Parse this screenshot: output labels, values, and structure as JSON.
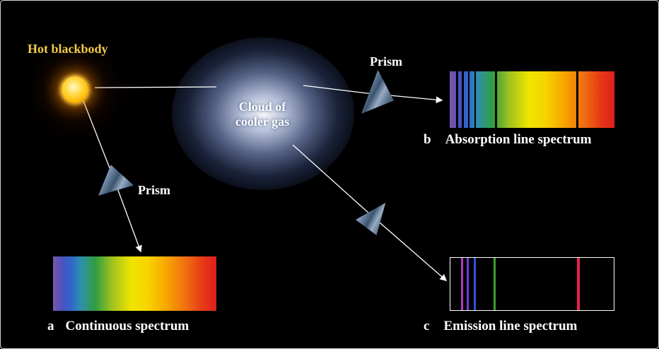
{
  "figure": {
    "hot_blackbody_label": "Hot blackbody",
    "cloud_label_line1": "Cloud of",
    "cloud_label_line2": "cooler gas",
    "prism_label_top": "Prism",
    "prism_label_left": "Prism"
  },
  "colors": {
    "background": "#000000",
    "label_yellow": "#f2cd4a",
    "label_white": "#ffffff",
    "beam": "#ffffff",
    "emission_border": "#ffffff"
  },
  "spectra": {
    "continuous": {
      "letter": "a",
      "caption": "Continuous spectrum",
      "gradient": [
        [
          "#7a57a8",
          0
        ],
        [
          "#4a52c0",
          6
        ],
        [
          "#2f66cc",
          11
        ],
        [
          "#2f8fae",
          17
        ],
        [
          "#2f9e3f",
          26
        ],
        [
          "#9fc21f",
          36
        ],
        [
          "#f0e400",
          48
        ],
        [
          "#f7d400",
          58
        ],
        [
          "#f7a300",
          70
        ],
        [
          "#f07010",
          81
        ],
        [
          "#e63c14",
          91
        ],
        [
          "#dc1f1f",
          100
        ]
      ],
      "lines": []
    },
    "absorption": {
      "letter": "b",
      "caption": "Absorption line spectrum",
      "gradient": [
        [
          "#7a57a8",
          0
        ],
        [
          "#4a52c0",
          6
        ],
        [
          "#2f66cc",
          11
        ],
        [
          "#2f8fae",
          17
        ],
        [
          "#2f9e3f",
          26
        ],
        [
          "#9fc21f",
          36
        ],
        [
          "#f0e400",
          48
        ],
        [
          "#f7d400",
          58
        ],
        [
          "#f7a300",
          70
        ],
        [
          "#f07010",
          81
        ],
        [
          "#e63c14",
          91
        ],
        [
          "#dc1f1f",
          100
        ]
      ],
      "lines": [
        {
          "pos": 4.0,
          "color": "#000000",
          "width": 3
        },
        {
          "pos": 7.5,
          "color": "#000000",
          "width": 3
        },
        {
          "pos": 11.0,
          "color": "#000000",
          "width": 2
        },
        {
          "pos": 15.0,
          "color": "#000000",
          "width": 2
        },
        {
          "pos": 27.5,
          "color": "#000000",
          "width": 3
        },
        {
          "pos": 77.0,
          "color": "#000000",
          "width": 3
        }
      ]
    },
    "emission": {
      "letter": "c",
      "caption": "Emission line spectrum",
      "background": "#000000",
      "lines": [
        {
          "pos": 6.5,
          "color": "#b23bbf",
          "width": 3
        },
        {
          "pos": 10.0,
          "color": "#6a3fd8",
          "width": 3
        },
        {
          "pos": 14.5,
          "color": "#2f54e0",
          "width": 3
        },
        {
          "pos": 26.5,
          "color": "#3f9b2f",
          "width": 3
        },
        {
          "pos": 77.5,
          "color": "#e8234f",
          "width": 4
        }
      ]
    }
  }
}
